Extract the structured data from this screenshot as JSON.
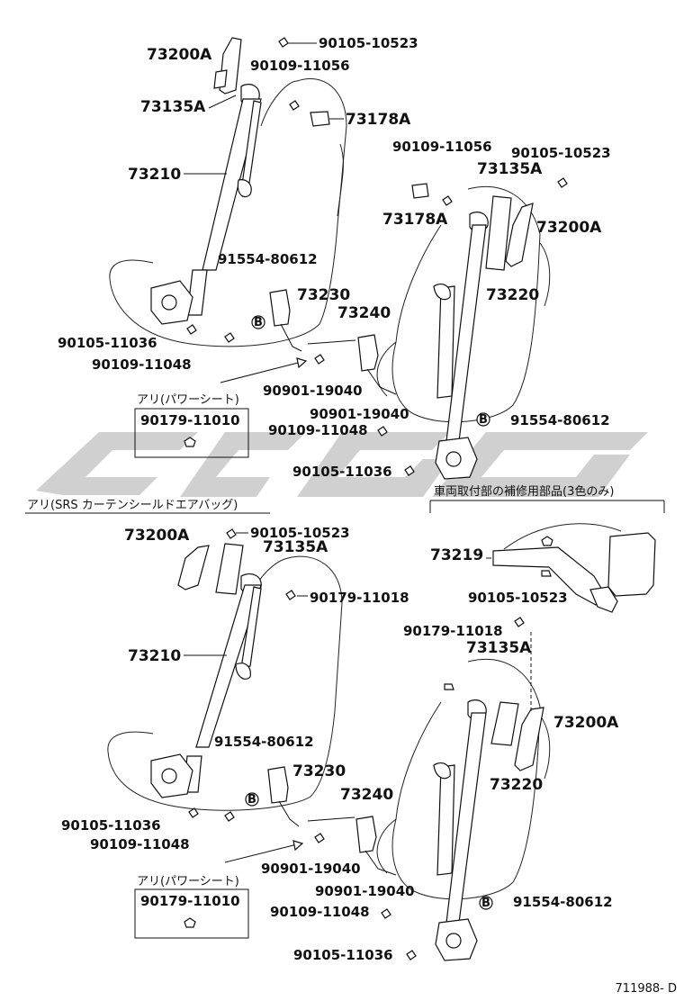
{
  "drawing_id": "711988- D",
  "section_headers": {
    "srs": "アリ(SRS カーテンシールドエアバッグ)",
    "repair": "車両取付部の補修用部品(3色のみ)"
  },
  "boxes": {
    "power_seat_top": {
      "title": "アリ(パワーシート)",
      "part": "90179-11010"
    },
    "power_seat_bottom": {
      "title": "アリ(パワーシート)",
      "part": "90179-11010"
    }
  },
  "callout_symbol": "B",
  "labels": {
    "top": [
      "73200A",
      "90105-10523",
      "90109-11056",
      "73135A",
      "73178A",
      "73210",
      "90109-11056",
      "90105-10523",
      "73135A",
      "73178A",
      "73200A",
      "91554-80612",
      "73230",
      "73220",
      "73240",
      "90105-11036",
      "90109-11048",
      "90901-19040",
      "90901-19040",
      "91554-80612",
      "90109-11048",
      "90105-11036"
    ],
    "bottom": [
      "73200A",
      "90105-10523",
      "73135A",
      "90179-11018",
      "73219",
      "90105-10523",
      "73210",
      "90179-11018",
      "73135A",
      "73200A",
      "91554-80612",
      "73230",
      "73220",
      "73240",
      "90105-11036",
      "90109-11048",
      "90901-19040",
      "90901-19040",
      "91554-80612",
      "90109-11048",
      "90105-11036"
    ]
  }
}
